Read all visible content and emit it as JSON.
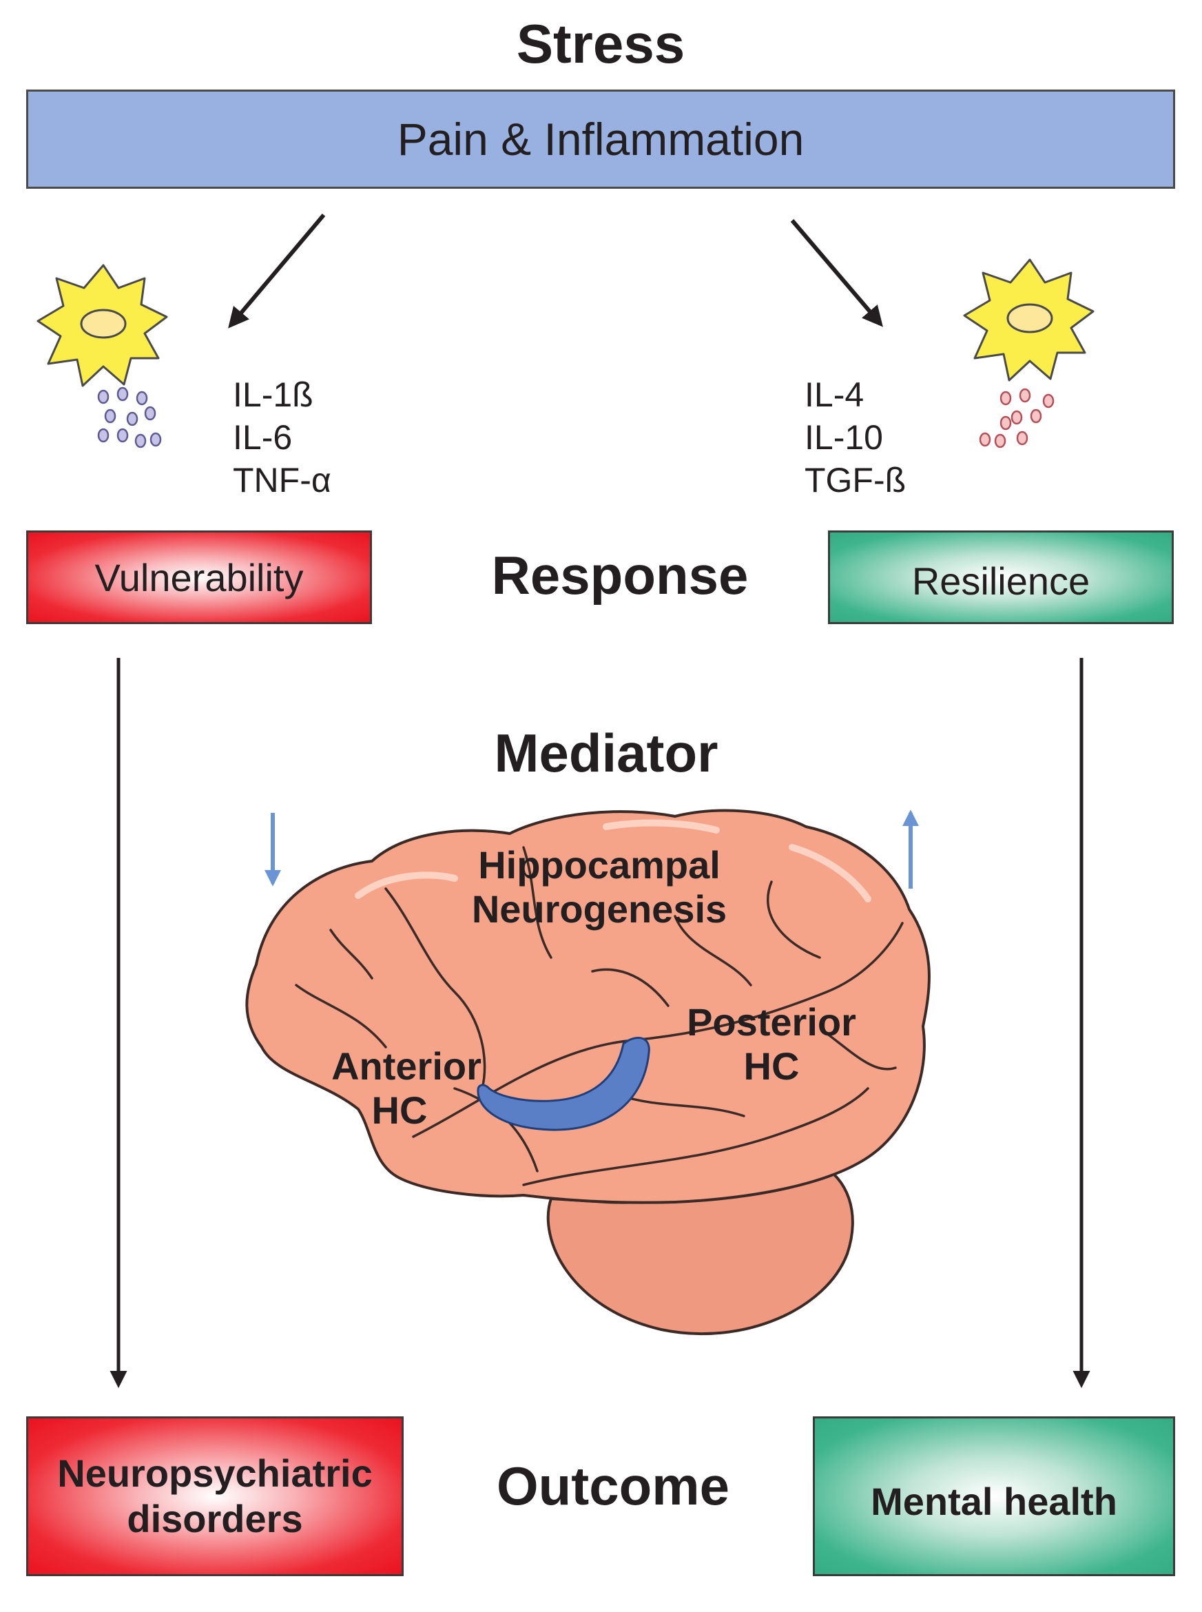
{
  "title": "Stress",
  "banner": "Pain & Inflammation",
  "left": {
    "cytokines": [
      "IL-1ß",
      "IL-6",
      "TNF-α"
    ],
    "response": "Vulnerability",
    "outcome_line1": "Neuropsychiatric",
    "outcome_line2": "disorders"
  },
  "right": {
    "cytokines": [
      "IL-4",
      "IL-10",
      "TGF-ß"
    ],
    "response": "Resilience",
    "outcome": "Mental health"
  },
  "stage_labels": {
    "response": "Response",
    "mediator": "Mediator",
    "outcome": "Outcome"
  },
  "brain": {
    "neurogenesis_line1": "Hippocampal",
    "neurogenesis_line2": "Neurogenesis",
    "anterior_line1": "Anterior",
    "anterior_line2": "HC",
    "posterior_line1": "Posterior",
    "posterior_line2": "HC"
  },
  "colors": {
    "banner": "#98b1e0",
    "vulnerability": "#e9141f",
    "resilience": "#34ac84",
    "cell": "#fbee4b",
    "brain": "#f5a48a",
    "hippocampus": "#5a7fc6",
    "mediator_arrow": "#6b94d6"
  }
}
